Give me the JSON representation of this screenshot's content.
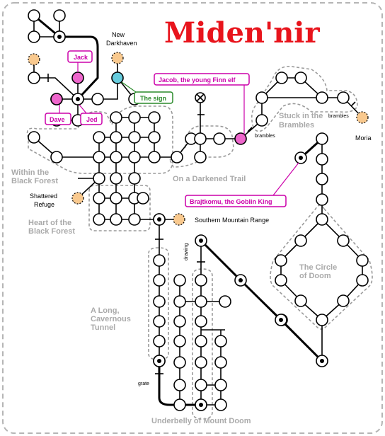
{
  "title": "Miden'nir",
  "areas": {
    "within_black_forest": [
      "Within the",
      "Black Forest"
    ],
    "darkened_trail": "On a Darkened Trail",
    "stuck_brambles": [
      "Stuck in the",
      "Brambles"
    ],
    "heart_black_forest": [
      "Heart of the",
      "Black Forest"
    ],
    "circle_of_doom": [
      "The Circle",
      "of Doom"
    ],
    "long_tunnel": [
      "A Long,",
      "Cavernous",
      "Tunnel"
    ],
    "underbelly": "Underbelly of Mount Doom"
  },
  "places": {
    "new_darkhaven": [
      "New",
      "Darkhaven"
    ],
    "shattered_refuge": [
      "Shattered",
      "Refuge"
    ],
    "southern_range": "Southern Mountain Range",
    "moria": "Moria"
  },
  "edge_labels": {
    "brambles_1": "brambles",
    "brambles_2": "brambles",
    "drawing": "drawing",
    "grate": "grate"
  },
  "tags": {
    "jack": "Jack",
    "dave": "Dave",
    "jed": "Jed",
    "the_sign": "The sign",
    "jacob": "Jacob, the young Finn elf",
    "brajtkomu": "Brajtkomu, the Goblin King"
  },
  "colors": {
    "title": "#e8141c",
    "character": "#cc00aa",
    "sign": "#2a8a2a",
    "unexplored": "#f9c98e",
    "party_node": "#ee66cc",
    "sign_node": "#66ccdd"
  }
}
